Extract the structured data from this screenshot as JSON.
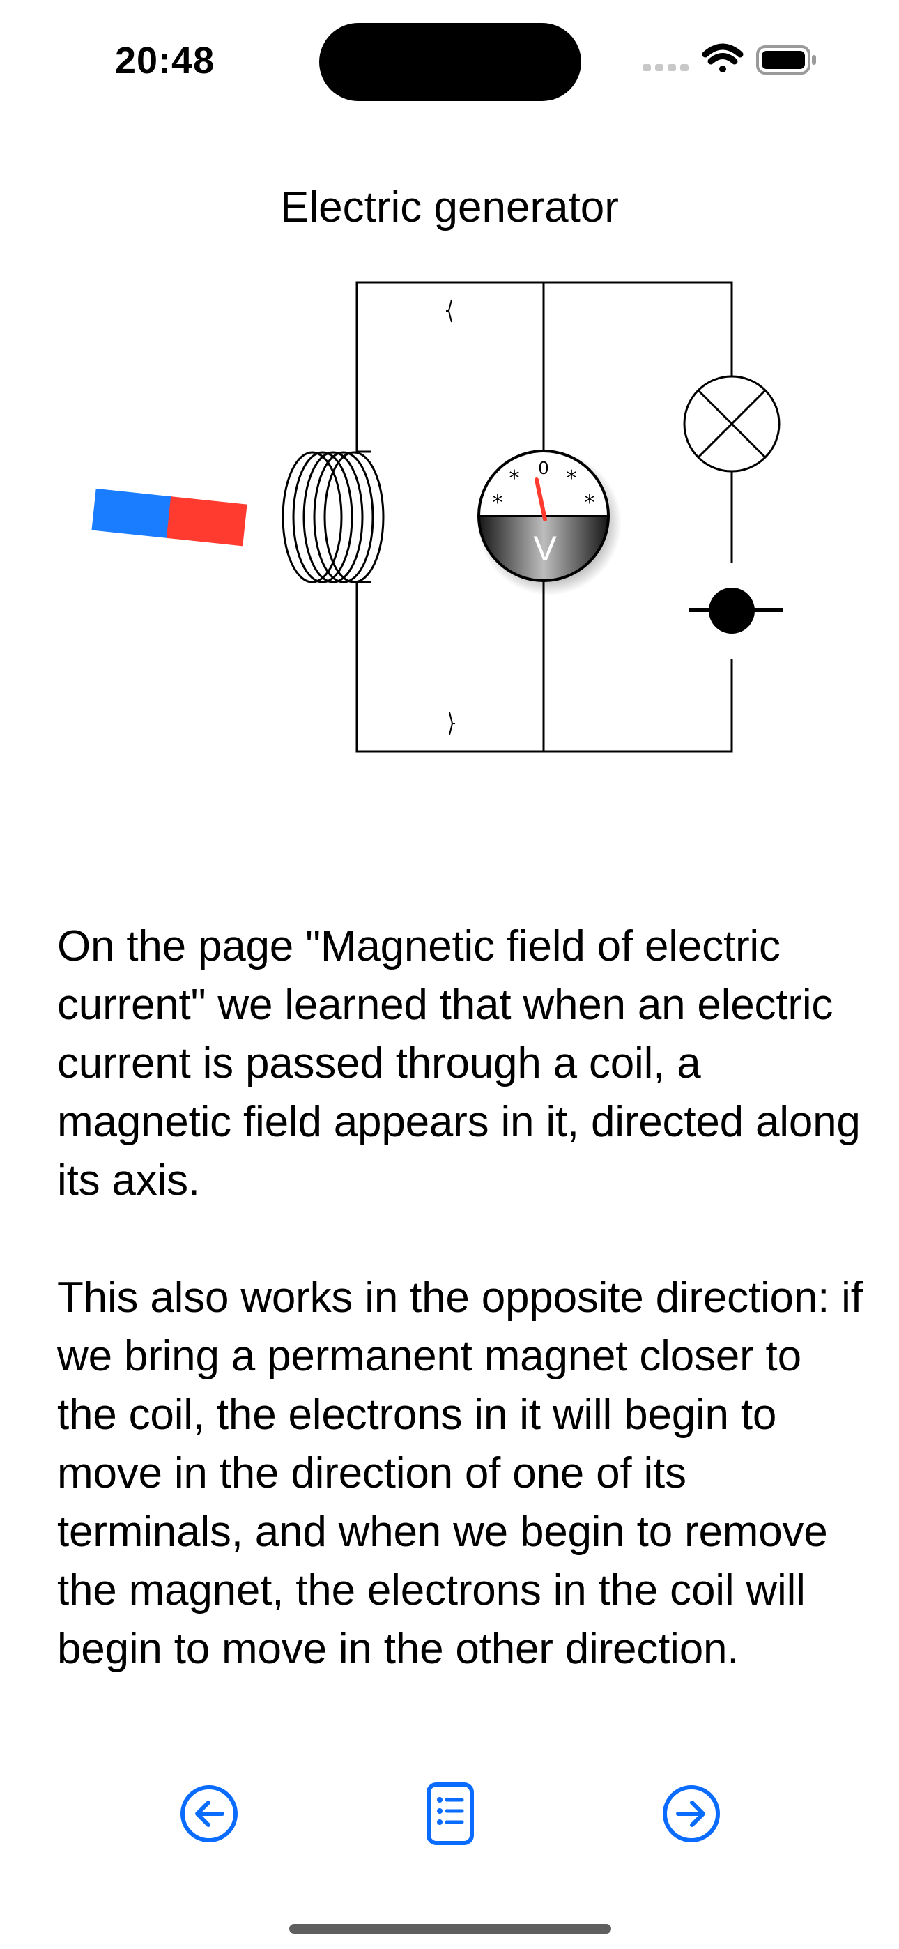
{
  "status_bar": {
    "time": "20:48",
    "icons": [
      "signal-icon",
      "wifi-icon",
      "battery-icon"
    ]
  },
  "page": {
    "title": "Electric generator"
  },
  "diagram": {
    "voltmeter": {
      "scale_label": "0",
      "unit_label": "V"
    },
    "magnet_colors": {
      "north": "#1a7cff",
      "south": "#ff3b30"
    },
    "needle_color": "#ff3b30"
  },
  "content": {
    "paragraphs": [
      "On the page \"Magnetic field of electric current\" we learned that when an electric current is passed through a coil, a magnetic field appears in it, directed along its axis.",
      "This also works in the opposite direction: if we bring a permanent magnet closer to the coil, the electrons in it will begin to move in the direction of one of its terminals, and when we begin to remove the magnet, the electrons in the coil will begin to move in the other direction."
    ]
  },
  "toolbar": {
    "accent_color": "#0a6cff",
    "buttons": [
      {
        "icon": "arrow-left-circle-icon"
      },
      {
        "icon": "list-icon"
      },
      {
        "icon": "arrow-right-circle-icon"
      }
    ]
  }
}
